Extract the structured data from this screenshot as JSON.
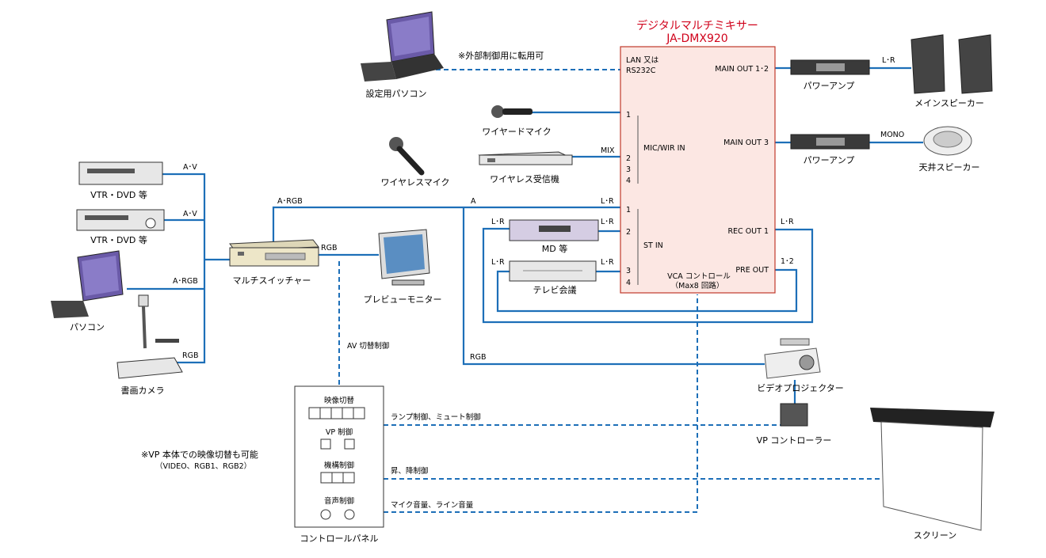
{
  "mixer": {
    "title": "デジタルマルチミキサー",
    "model": "JA-DMX920",
    "lan_port": [
      "LAN 又は",
      "RS232C"
    ],
    "mic_in": "MIC/WIR IN",
    "st_in": "ST IN",
    "main_out_12": "MAIN OUT 1･2",
    "main_out_3": "MAIN OUT 3",
    "rec_out": "REC OUT 1",
    "pre_out": "PRE OUT",
    "vca": "VCA コントロール",
    "vca_sub": "（Max8 回路）",
    "ch1": "1",
    "ch2": "2",
    "ch3": "3",
    "ch4": "4"
  },
  "devices": {
    "pc_setup": "設定用パソコン",
    "wired_mic": "ワイヤードマイク",
    "wireless_mic": "ワイヤレスマイク",
    "wireless_rx": "ワイヤレス受信機",
    "vtr1": "VTR・DVD 等",
    "vtr2": "VTR・DVD 等",
    "pc": "パソコン",
    "doc_cam": "書画カメラ",
    "switcher": "マルチスイッチャー",
    "preview": "プレビューモニター",
    "md": "MD 等",
    "tv_conf": "テレビ会議",
    "amp1": "パワーアンプ",
    "amp2": "パワーアンプ",
    "main_spk": "メインスピーカー",
    "ceiling_spk": "天井スピーカー",
    "projector": "ビデオプロジェクター",
    "vp_ctrl": "VP コントローラー",
    "screen": "スクリーン"
  },
  "signals": {
    "ext_ctrl": "※外部制御用に転用可",
    "mix": "MIX",
    "av1": "A･V",
    "av2": "A･V",
    "argb_pc": "A･RGB",
    "rgb_cam": "RGB",
    "argb_sw": "A･RGB",
    "rgb_sw": "RGB",
    "a": "A",
    "lr_st1": "L･R",
    "lr_md_l": "L･R",
    "lr_md_r": "L･R",
    "lr_tv_l": "L･R",
    "lr_tv_r": "L･R",
    "lr_main": "L･R",
    "mono": "MONO",
    "lr_rec": "L･R",
    "pre_12": "1･2",
    "rgb_proj": "RGB",
    "av_ctrl": "AV 切替制御"
  },
  "control_panel": {
    "label": "コントロールパネル",
    "video_sw": "映像切替",
    "vp_ctrl": "VP 制御",
    "mech_ctrl": "機構制御",
    "audio_ctrl": "音声制御",
    "lamp": "ランプ制御、ミュート制御",
    "lift": "昇、降制御",
    "volume": "マイク音量、ライン音量"
  },
  "notes": {
    "vp_note": "※VP 本体での映像切替も可能",
    "vp_note_sub": "（VIDEO、RGB1、RGB2）"
  }
}
